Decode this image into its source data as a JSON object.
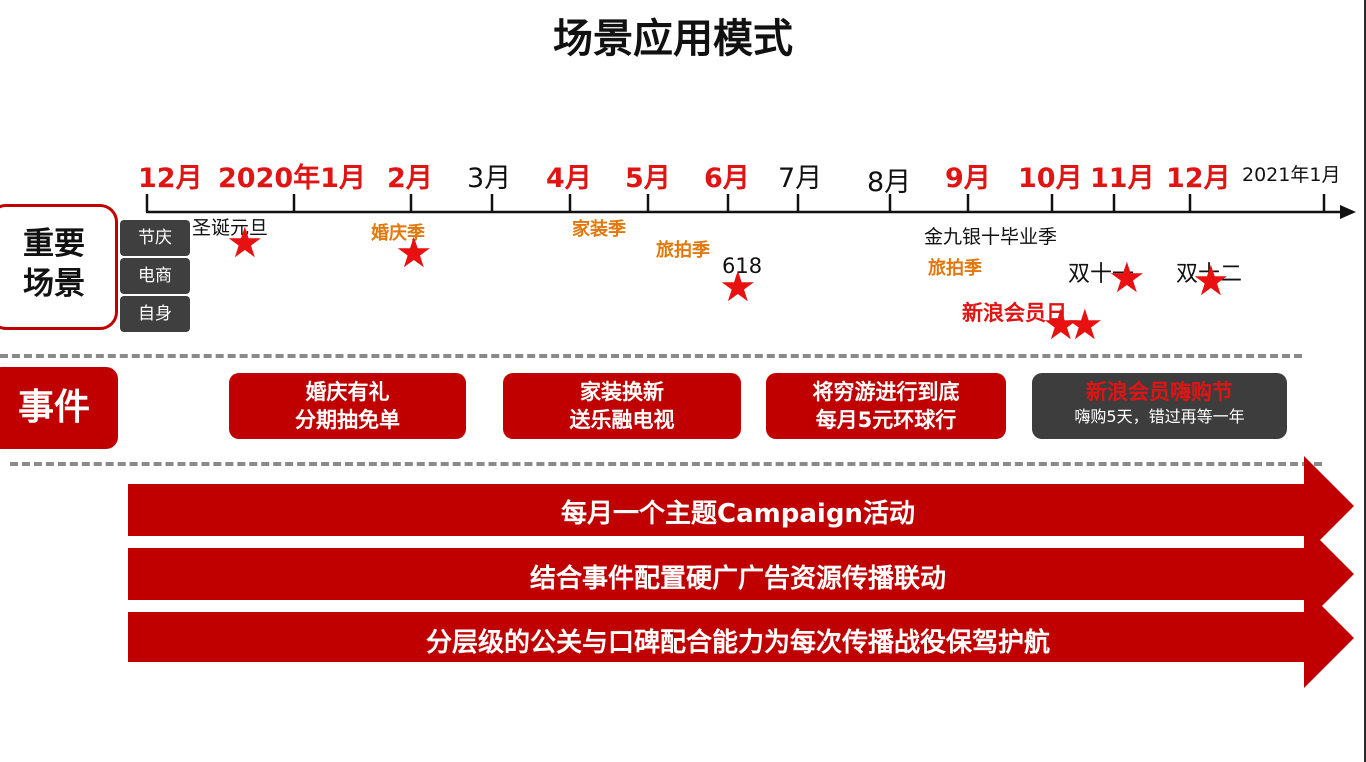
{
  "title": "场景应用模式",
  "months": {
    "m1": "12月",
    "m2": "2020年1月",
    "m3": "2月",
    "m4": "3月",
    "m5": "4月",
    "m6": "5月",
    "m7": "6月",
    "m8": "7月",
    "m9": "8月",
    "m10": "9月",
    "m11": "10月",
    "m12": "11月",
    "m13": "12月",
    "m14": "2021年1月"
  },
  "scenes": {
    "title": "重要\n场景",
    "title_line1": "重要",
    "title_line2": "场景",
    "categories": [
      "节庆",
      "电商",
      "自身"
    ],
    "labels": {
      "christmas": "圣诞元旦",
      "wedding": "婚庆季",
      "home": "家装季",
      "travel1": "旅拍季",
      "d618": "618",
      "golden": "金九银十毕业季",
      "travel2": "旅拍季",
      "vip": "新浪会员日",
      "d1111": "双十一",
      "d1212": "双十二"
    }
  },
  "events": {
    "tab": "事件",
    "items": [
      {
        "line1": "婚庆有礼",
        "line2": "分期抽免单"
      },
      {
        "line1": "家装换新",
        "line2": "送乐融电视"
      },
      {
        "line1": "将穷游进行到底",
        "line2": "每月5元环球行"
      },
      {
        "line1": "新浪会员嗨购节",
        "line2": "嗨购5天，错过再等一年"
      }
    ]
  },
  "arrows": [
    "每月一个主题Campaign活动",
    "结合事件配置硬广广告资源传播联动",
    "分层级的公关与口碑配合能力为每次传播战役保驾护航"
  ],
  "colors": {
    "accent_red": "#c00000",
    "month_red": "#e11414",
    "orange": "#e2780c",
    "dark_chip": "#3f3f3f"
  }
}
